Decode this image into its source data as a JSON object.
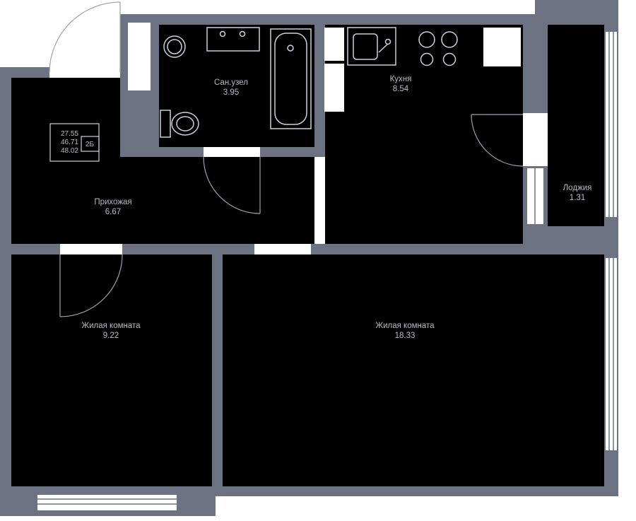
{
  "plan": {
    "title": "apartment-floor-plan",
    "rooms": [
      {
        "name": "Сан.узел",
        "area": "3.95"
      },
      {
        "name": "Кухня",
        "area": "8.54"
      },
      {
        "name": "Прихожая",
        "area": "6.67"
      },
      {
        "name": "Лоджия",
        "area": "1.31"
      },
      {
        "name": "Жилая комната",
        "area": "9.22"
      },
      {
        "name": "Жилая комната",
        "area": "18.33"
      }
    ],
    "info_box": {
      "living_area": "27.55",
      "total_area": "46.71",
      "total_with_loggia": "48.02",
      "apartment_type": "2Б"
    },
    "colors": {
      "wall": "#6c7282",
      "room": "#000000",
      "fixture_line": "#ccd0d8",
      "door_line": "#9aa0ac",
      "text": "#b6bac4",
      "background": "#ffffff"
    }
  }
}
